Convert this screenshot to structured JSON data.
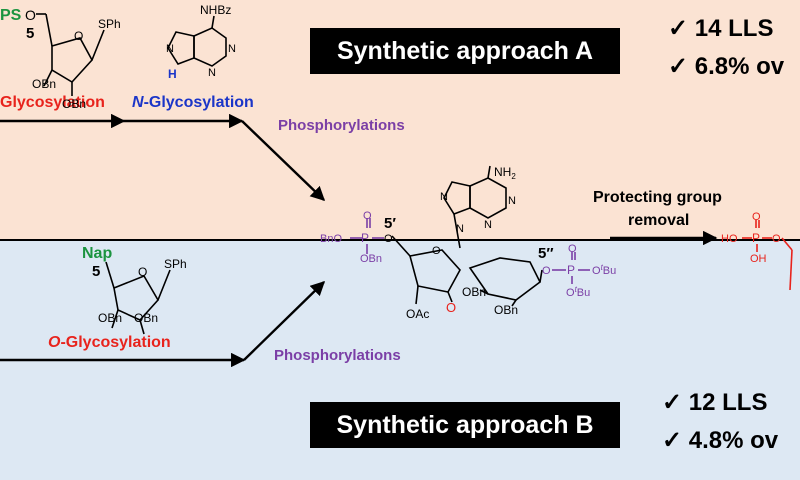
{
  "approach_a": {
    "title": "Synthetic approach A",
    "check_1": "✓  14 LLS",
    "check_2": "✓  6.8% ov"
  },
  "approach_b": {
    "title": "Synthetic approach B",
    "check_1": "✓  12 LLS",
    "check_2": "✓  4.8% ov"
  },
  "labels": {
    "glycosylation": "Glycosylation",
    "n_glycosylation_prefix": "N",
    "n_glycosylation_rest": "-Glycosylation",
    "phosphorylations_top": "Phosphorylations",
    "o_glycosylation_prefix": "O",
    "o_glycosylation_rest": "-Glycosylation",
    "phosphorylations_bottom": "Phosphorylations",
    "protecting_group_line1": "Protecting group",
    "protecting_group_line2": "removal"
  },
  "molecule_text": {
    "ps": "PS",
    "o": "O",
    "pos5": "5",
    "sph": "SPh",
    "obn": "OBn",
    "nhbz": "NHBz",
    "n": "N",
    "h": "H",
    "nap": "Nap",
    "nh2": "NH",
    "sub2": "2",
    "p": "P",
    "bno": "BnO",
    "five_prime": "5′",
    "five_dprime": "5″",
    "oac": "OAc",
    "otbu_o": "O",
    "otbu_t": "t",
    "otbu_bu": "Bu",
    "ho": "HO",
    "oh": "OH"
  },
  "colors": {
    "top_panel": "#fbe3d3",
    "bottom_panel": "#dde8f3",
    "red": "#e8231c",
    "blue": "#1b35c8",
    "purple": "#7b3fa6",
    "green": "#1c9440"
  }
}
